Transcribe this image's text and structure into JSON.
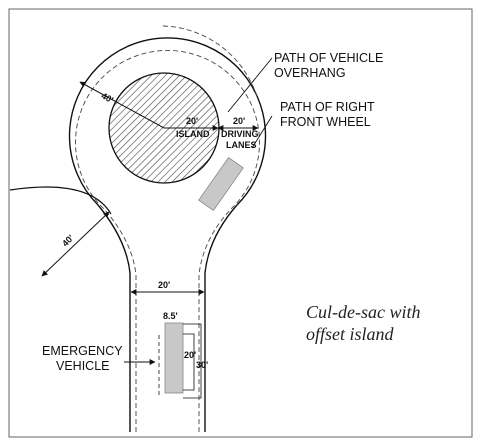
{
  "labels": {
    "radius_outer": "40'",
    "island_width": "20'",
    "island_label": "ISLAND",
    "lanes_width": "20'",
    "lanes_label_1": "DRIVING",
    "lanes_label_2": "LANES",
    "corner_radius": "40'",
    "street_width": "20'",
    "vehicle_width": "8.5'",
    "dim_inner": "20'",
    "dim_outer": "30'"
  },
  "callouts": {
    "overhang_1": "PATH OF VEHICLE",
    "overhang_2": "OVERHANG",
    "wheel_1": "PATH OF RIGHT",
    "wheel_2": "FRONT WHEEL",
    "emergency_1": "EMERGENCY",
    "emergency_2": "VEHICLE"
  },
  "caption": {
    "line_1": "Cul-de-sac with",
    "line_2": "offset island"
  },
  "colors": {
    "line": "#111111",
    "vehicle_fill": "#c8c8c8",
    "frame": "#666666"
  }
}
